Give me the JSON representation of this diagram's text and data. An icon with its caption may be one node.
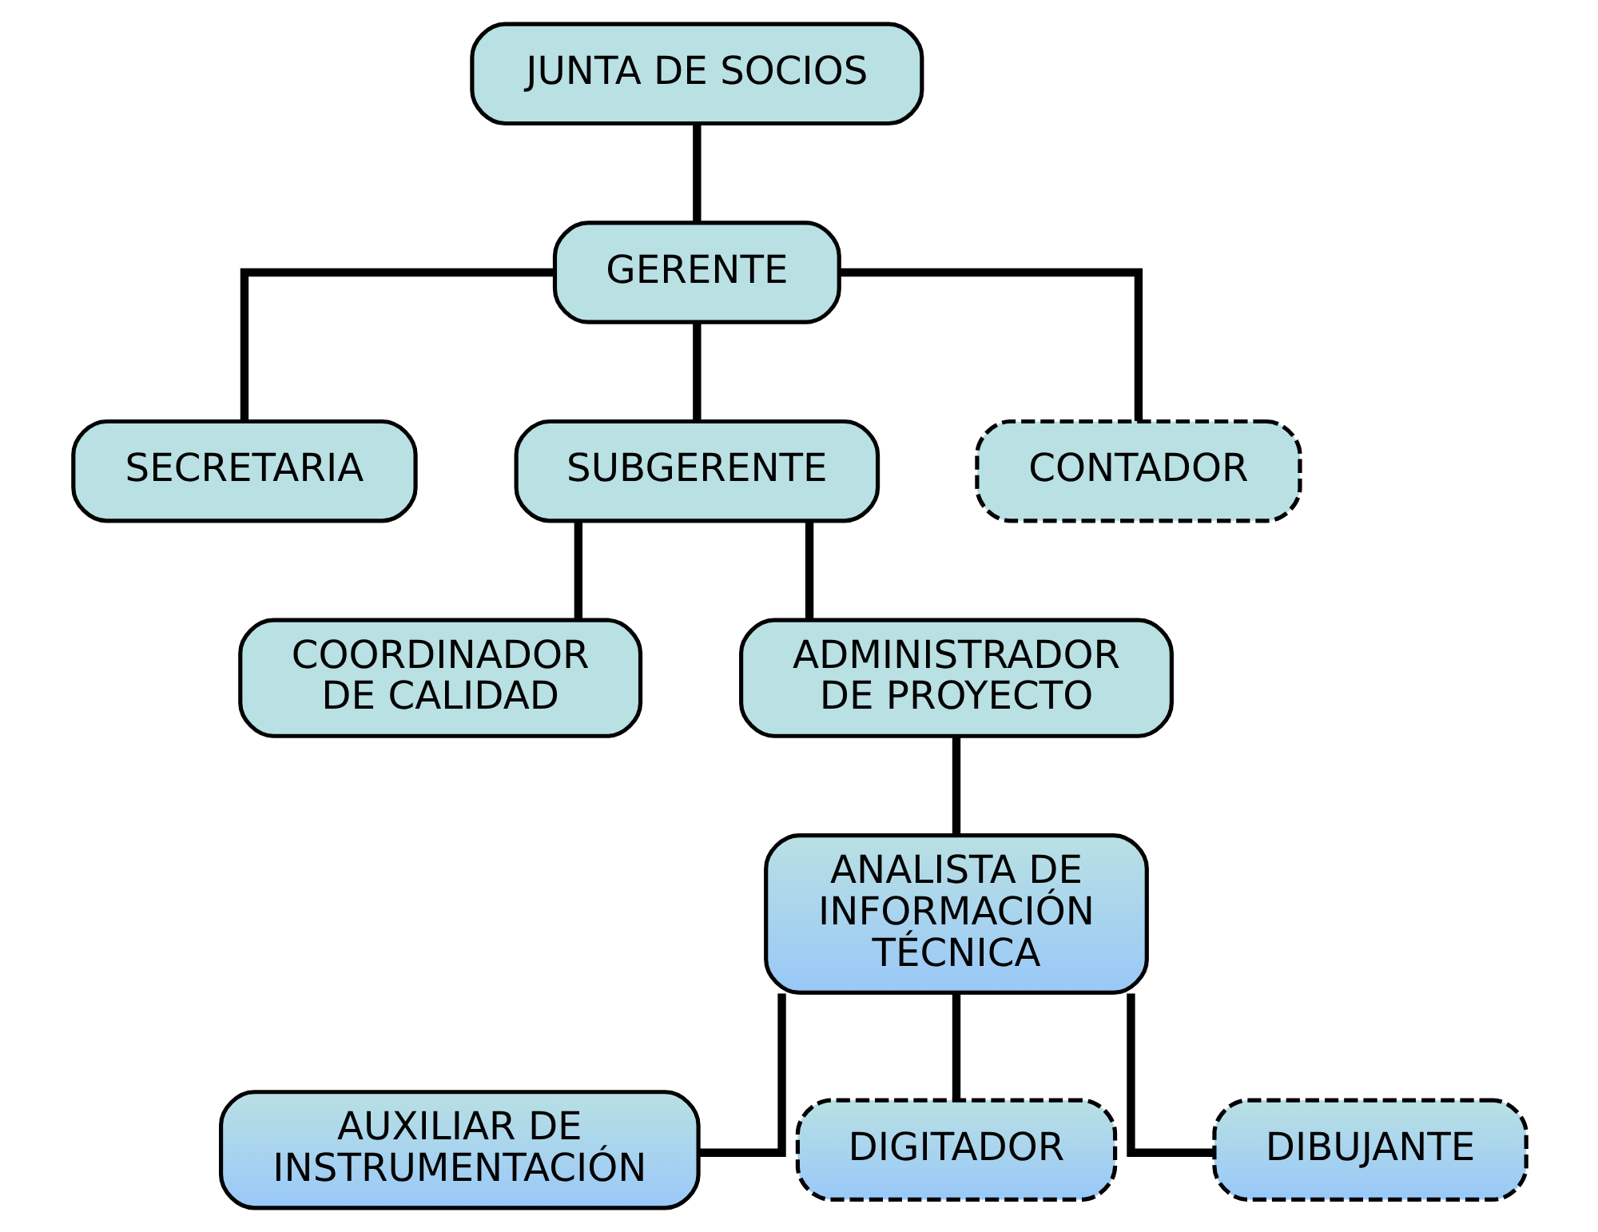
{
  "diagram": {
    "nodes": [
      {
        "text": [
          "JUNTA DE SOCIOS"
        ]
      },
      {
        "text": [
          "GERENTE"
        ]
      },
      {
        "text": [
          "SECRETARIA"
        ]
      },
      {
        "text": [
          "SUBGERENTE"
        ]
      },
      {
        "text": [
          "CONTADOR"
        ]
      },
      {
        "text": [
          "COORDINADOR DE CALIDAD"
        ]
      },
      {
        "text": [
          "ADMINISTRADOR DE PROYECTO"
        ]
      },
      {
        "text": [
          "ANALISTA DE INFORMACIÓN TÉCNICA"
        ]
      },
      {
        "text": [
          "AUXILIAR DE INSTRUMENTACIÓN"
        ]
      },
      {
        "text": [
          "DIGITADOR"
        ]
      },
      {
        "text": [
          "DIBUJANTE"
        ]
      }
    ],
    "edges": [
      {
        "from": 0,
        "to": 1,
        "arrow": "none"
      },
      {
        "from": 1,
        "to": 2,
        "arrow": "none"
      },
      {
        "from": 1,
        "to": 3,
        "arrow": "none"
      },
      {
        "from": 1,
        "to": 4,
        "arrow": "none"
      },
      {
        "from": 3,
        "to": 5,
        "arrow": "none"
      },
      {
        "from": 3,
        "to": 6,
        "arrow": "none"
      },
      {
        "from": 6,
        "to": 7,
        "arrow": "none"
      },
      {
        "from": 7,
        "to": 8,
        "arrow": "none"
      },
      {
        "from": 7,
        "to": 9,
        "arrow": "none"
      },
      {
        "from": 7,
        "to": 10,
        "arrow": "none"
      }
    ]
  }
}
